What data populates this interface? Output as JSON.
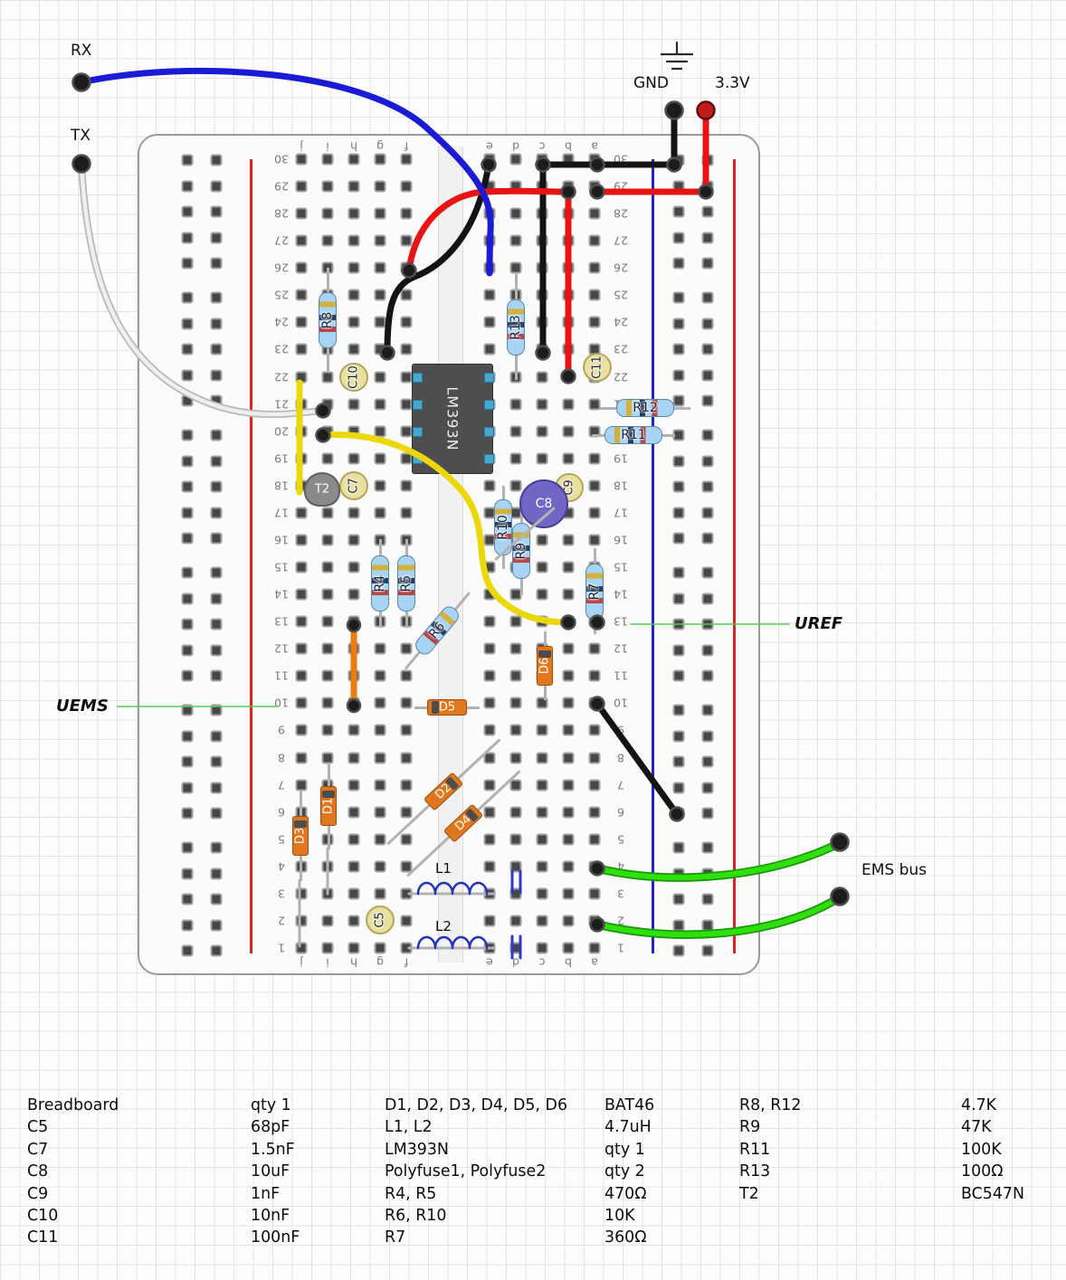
{
  "annotations": {
    "rx": "RX",
    "tx": "TX",
    "gnd": "GND",
    "v33": "3.3V",
    "uref": "UREF",
    "uems": "UEMS",
    "ems_bus": "EMS bus"
  },
  "breadboard": {
    "row_numbers": [
      1,
      2,
      3,
      4,
      5,
      6,
      7,
      8,
      9,
      10,
      11,
      12,
      13,
      14,
      15,
      16,
      17,
      18,
      19,
      20,
      21,
      22,
      23,
      24,
      25,
      26,
      27,
      28,
      29,
      30
    ],
    "column_letters": [
      "a",
      "b",
      "c",
      "d",
      "e",
      "f",
      "g",
      "h",
      "i",
      "j"
    ]
  },
  "components": {
    "r4": "R4",
    "r5": "R5",
    "r6": "R6",
    "r7": "R7",
    "r8": "R8",
    "r9": "R9",
    "r10": "R10",
    "r11": "R11",
    "r12": "R12",
    "r13": "R13",
    "c5": "C5",
    "c7": "C7",
    "c8": "C8",
    "c9": "C9",
    "c10": "C10",
    "c11": "C11",
    "d1": "D1",
    "d2": "D2",
    "d3": "D3",
    "d4": "D4",
    "d5": "D5",
    "d6": "D6",
    "l1": "L1",
    "l2": "L2",
    "t2": "T2",
    "ic": "LM393N"
  },
  "colors": {
    "wire_blue": "#1b1bd6",
    "wire_red": "#e81414",
    "wire_black": "#141414",
    "wire_yellow": "#ecd80a",
    "wire_orange": "#ee7a14",
    "wire_green": "#2fe00e",
    "wire_white": "#f0eeee",
    "annotation_green": "#55cc55",
    "rail_red": "#dd2222",
    "rail_blue": "#2222cc"
  },
  "bom": {
    "rows": [
      {
        "c1": "Breadboard",
        "c2": "qty 1",
        "c3": "D1, D2, D3, D4, D5, D6",
        "c4": "BAT46",
        "c5": "R8, R12",
        "c6": "4.7K"
      },
      {
        "c1": "C5",
        "c2": "68pF",
        "c3": "L1, L2",
        "c4": "4.7uH",
        "c5": "R9",
        "c6": "47K"
      },
      {
        "c1": "C7",
        "c2": "1.5nF",
        "c3": "LM393N",
        "c4": "qty 1",
        "c5": "R11",
        "c6": "100K"
      },
      {
        "c1": "C8",
        "c2": "10uF",
        "c3": "Polyfuse1, Polyfuse2",
        "c4": "qty 2",
        "c5": "R13",
        "c6": "100Ω"
      },
      {
        "c1": "C9",
        "c2": "1nF",
        "c3": "R4, R5",
        "c4": "470Ω",
        "c5": "T2",
        "c6": "BC547N"
      },
      {
        "c1": "C10",
        "c2": "10nF",
        "c3": "R6, R10",
        "c4": "10K",
        "c5": "",
        "c6": ""
      },
      {
        "c1": "C11",
        "c2": "100nF",
        "c3": "R7",
        "c4": "360Ω",
        "c5": "",
        "c6": ""
      }
    ]
  }
}
